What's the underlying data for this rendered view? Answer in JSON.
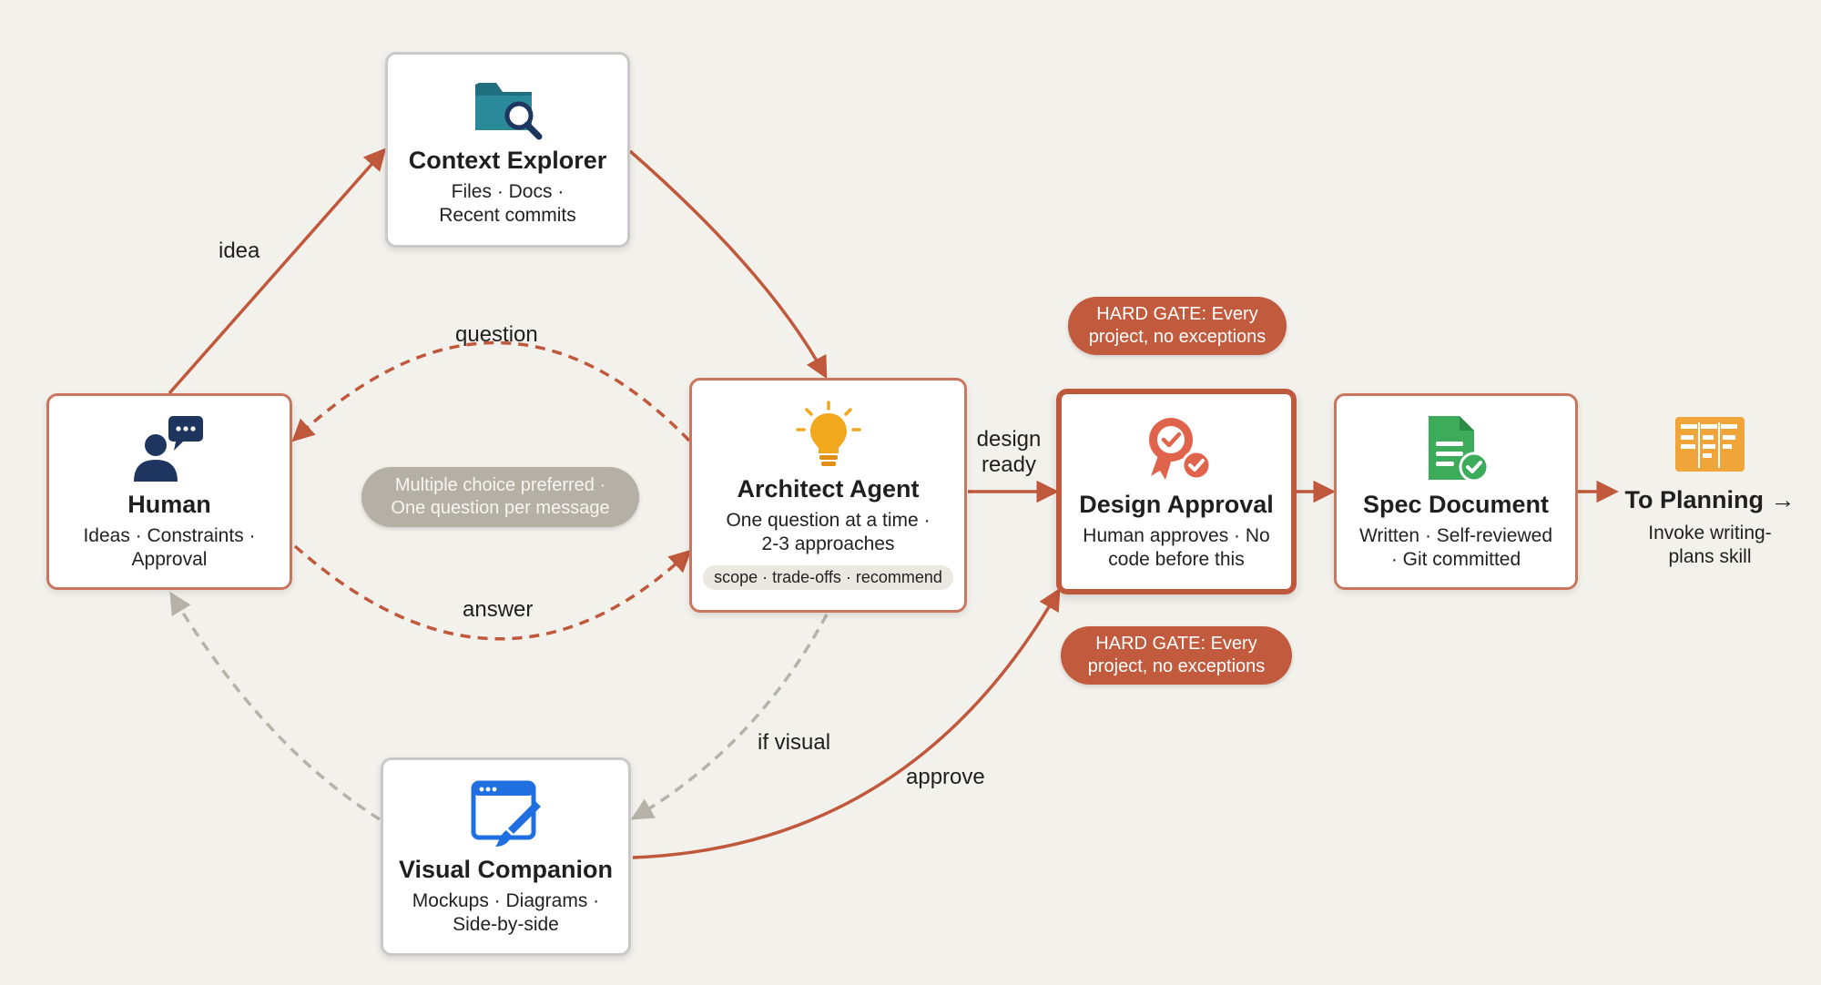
{
  "nodes": {
    "context_explorer": {
      "title": "Context Explorer",
      "sub1": "Files · Docs ·",
      "sub2": "Recent commits",
      "icon": "folder-search-icon"
    },
    "human": {
      "title": "Human",
      "sub1": "Ideas · Constraints ·",
      "sub2": "Approval",
      "icon": "person-chat-icon"
    },
    "architect": {
      "title": "Architect Agent",
      "sub1": "One question at a time ·",
      "sub2": "2-3 approaches",
      "tag": "scope · trade-offs · recommend",
      "icon": "lightbulb-icon"
    },
    "design_approval": {
      "title": "Design Approval",
      "sub1": "Human approves · No",
      "sub2": "code before this",
      "icon": "award-badge-icon"
    },
    "spec_document": {
      "title": "Spec Document",
      "sub1": "Written · Self-reviewed",
      "sub2": "· Git committed",
      "icon": "document-check-icon"
    },
    "visual_companion": {
      "title": "Visual Companion",
      "sub1": "Mockups · Diagrams ·",
      "sub2": "Side-by-side",
      "icon": "window-brush-icon"
    },
    "to_planning": {
      "title": "To Planning →",
      "sub1": "Invoke writing-",
      "sub2": "plans skill",
      "icon": "planning-board-icon"
    }
  },
  "pills": {
    "gate_top": {
      "line1": "HARD GATE: Every",
      "line2": "project, no exceptions"
    },
    "gate_bottom": {
      "line1": "HARD GATE: Every",
      "line2": "project, no exceptions"
    },
    "choice_note": {
      "line1": "Multiple choice preferred ·",
      "line2": "One question per message"
    }
  },
  "edges": {
    "idea": "idea",
    "question": "question",
    "answer": "answer",
    "design_ready_1": "design",
    "design_ready_2": "ready",
    "if_visual": "if visual",
    "approve": "approve"
  },
  "colors": {
    "accent": "#c0583c",
    "edge": "#c0583c",
    "edge_grey": "#b7b2a8",
    "background": "#f3f1ec",
    "icon_navy": "#1e3560",
    "icon_teal": "#2a8a9a",
    "icon_amber": "#f2a81c",
    "icon_green": "#3cab5a",
    "icon_red": "#e0644c",
    "icon_blue": "#1f6fe0",
    "icon_orange": "#f0a53a"
  }
}
